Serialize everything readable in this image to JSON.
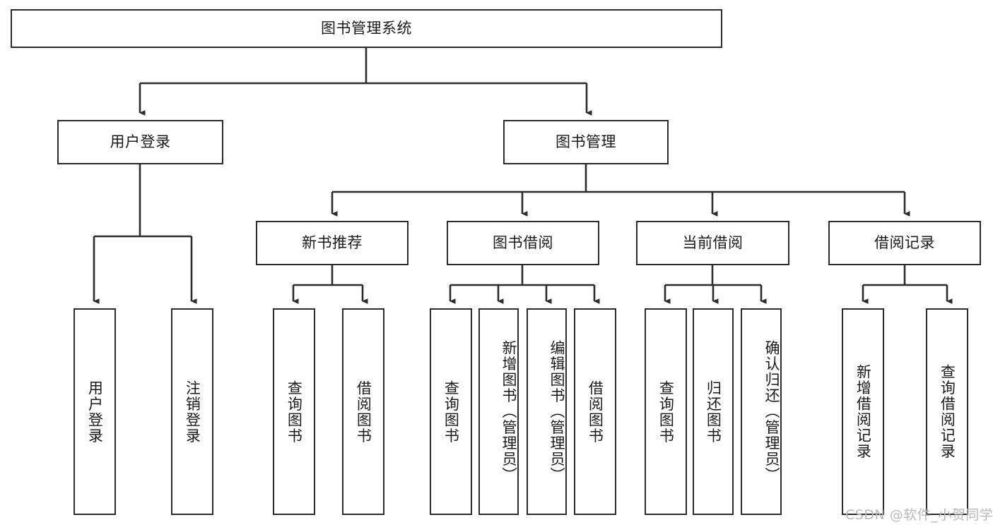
{
  "diagram": {
    "title_node": {
      "label": "图书管理系统"
    },
    "level2": [
      {
        "label": "用户登录"
      },
      {
        "label": "图书管理"
      }
    ],
    "level3": [
      {
        "label": "新书推荐"
      },
      {
        "label": "图书借阅"
      },
      {
        "label": "当前借阅"
      },
      {
        "label": "借阅记录"
      }
    ],
    "leaves": {
      "user_login": [
        {
          "label": "用户登录"
        },
        {
          "label": "注销登录"
        }
      ],
      "new_book_recommend": [
        {
          "label": "查询图书"
        },
        {
          "label": "借阅图书"
        }
      ],
      "book_borrow": [
        {
          "label": "查询图书"
        },
        {
          "label": "新增图书（管理员）"
        },
        {
          "label": "编辑图书（管理员）"
        },
        {
          "label": "借阅图书"
        }
      ],
      "current_borrow": [
        {
          "label": "查询图书"
        },
        {
          "label": "归还图书"
        },
        {
          "label": "确认归还（管理员）"
        }
      ],
      "borrow_records": [
        {
          "label": "新增借阅记录"
        },
        {
          "label": "查询借阅记录"
        }
      ]
    }
  },
  "watermark": {
    "text": "CSDN @软件_小贺同学"
  },
  "colors": {
    "border": "#2b2b2b",
    "background": "#ffffff",
    "text": "#1a1a1a",
    "watermark": "#b9b9b9"
  }
}
